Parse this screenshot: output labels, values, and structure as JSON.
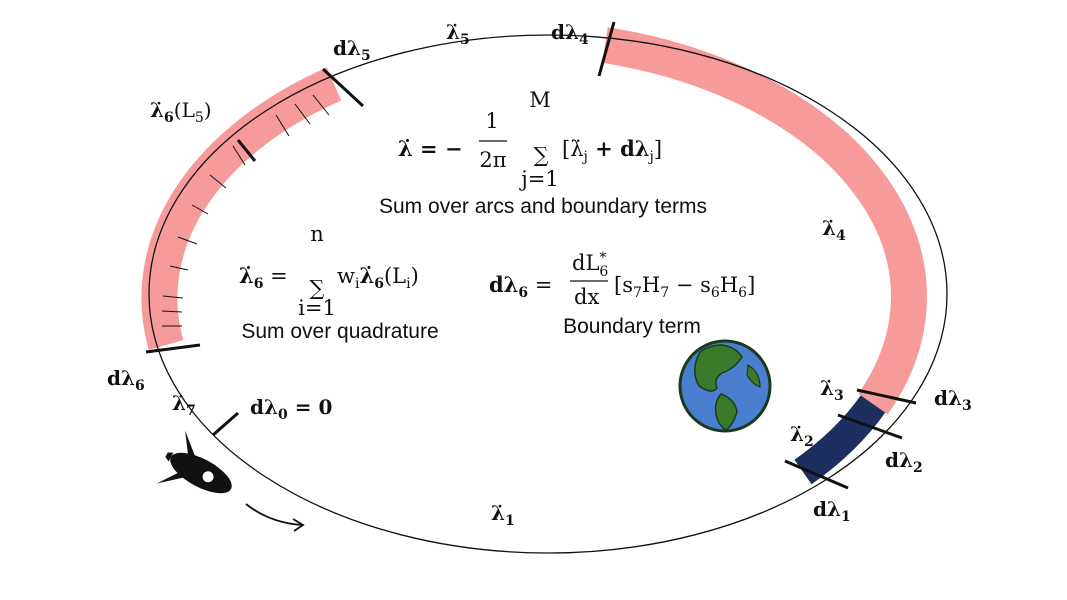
{
  "labels": {
    "dlambda5": "dλ",
    "dlambda5_sub": "5",
    "lambda5": "λ̇",
    "lambda5_sub": "5",
    "dlambda4": "dλ",
    "dlambda4_sub": "4",
    "lambda6L5": "λ̇",
    "lambda6L5_sub": "6",
    "lambda6L5_arg": "(L",
    "lambda6L5_argsub": "5",
    "lambda6L5_close": ")",
    "lambda4": "λ̇",
    "lambda4_sub": "4",
    "dlambda6": "dλ",
    "dlambda6_sub": "6",
    "lambda7": "λ̇",
    "lambda7_sub": "7",
    "dlambda0": "dλ",
    "dlambda0_sub": "0",
    "dlambda0_eq": " = 0",
    "lambda3": "λ̇",
    "lambda3_sub": "3",
    "dlambda3": "dλ",
    "dlambda3_sub": "3",
    "lambda2": "λ̇",
    "lambda2_sub": "2",
    "dlambda2": "dλ",
    "dlambda2_sub": "2",
    "lambda1": "λ̇",
    "lambda1_sub": "1",
    "dlambda1": "dλ",
    "dlambda1_sub": "1"
  },
  "equations": {
    "main_lhs": "λ̇ = −",
    "main_frac_num": "1",
    "main_frac_den": "2π",
    "main_sum_top": "M",
    "main_sum_bot": "j=1",
    "main_body": "[λ̇",
    "main_body_sub1": "j",
    "main_body_mid": " + dλ",
    "main_body_sub2": "j",
    "main_body_end": "]",
    "main_caption": "Sum over arcs and boundary terms",
    "quad_lhs": "λ̇",
    "quad_lhs_sub": "6",
    "quad_eq": " =",
    "quad_sum_top": "n",
    "quad_sum_bot": "i=1",
    "quad_body": "w",
    "quad_body_sub": "i",
    "quad_body2": "λ̇",
    "quad_body2_sub": "6",
    "quad_body3": "(L",
    "quad_body3_sub": "i",
    "quad_body3_end": ")",
    "quad_caption": "Sum over quadrature",
    "bnd_lhs": "dλ",
    "bnd_lhs_sub": "6",
    "bnd_eq": " =",
    "bnd_num": "dL",
    "bnd_num_sup": "*",
    "bnd_num_sub": "6",
    "bnd_den": "dx",
    "bnd_body": "[s",
    "bnd_body_s1": "7",
    "bnd_body_h1": "H",
    "bnd_body_h1s": "7",
    "bnd_body_minus": " − s",
    "bnd_body_s2": "6",
    "bnd_body_h2": "H",
    "bnd_body_h2s": "6",
    "bnd_body_end": "]",
    "bnd_caption": "Boundary term"
  },
  "colors": {
    "pink_arc": "#f79a9a",
    "navy_arc": "#1c2f5e",
    "orbit": "#111111",
    "earth_ocean": "#4a7fd0",
    "earth_land": "#3a7a2a"
  },
  "icons": [
    "rocket-icon",
    "earth-icon",
    "direction-arrow-icon"
  ]
}
